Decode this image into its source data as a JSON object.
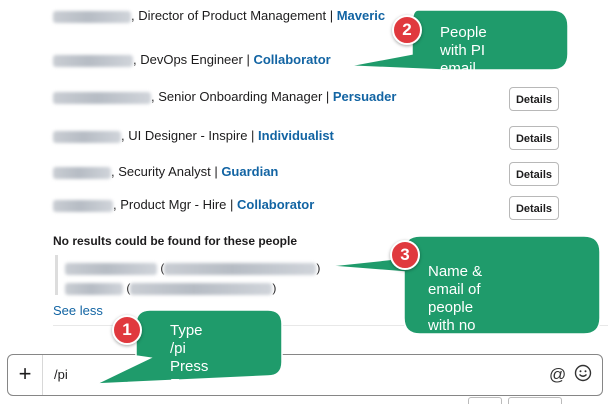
{
  "people_matched": [
    {
      "title": ", Director of Product Management | ",
      "persona": "Maveric",
      "details": ""
    },
    {
      "title": ", DevOps Engineer | ",
      "persona": "Collaborator",
      "details": ""
    },
    {
      "title": ", Senior Onboarding Manager | ",
      "persona": "Persuader",
      "details": "Details"
    },
    {
      "title": ", UI Designer - Inspire | ",
      "persona": "Individualist",
      "details": "Details"
    },
    {
      "title": ", Security Analyst | ",
      "persona": "Guardian",
      "details": "Details"
    },
    {
      "title": ", Product Mgr - Hire | ",
      "persona": "Collaborator",
      "details": "Details"
    }
  ],
  "no_results": {
    "title": "No results could be found for these people",
    "open_paren": "(",
    "close_paren": ")",
    "see_less": "See less"
  },
  "composer": {
    "plus": "+",
    "text": "/pi",
    "at": "@"
  },
  "callouts": {
    "one": {
      "badge": "1",
      "text": "Type /pi\nPress Enter"
    },
    "two": {
      "badge": "2",
      "text": "People with PI\nemail match"
    },
    "three": {
      "badge": "3",
      "text": "Name & email of\npeople with no\nmatching email"
    }
  },
  "colors": {
    "callout_fill": "#1f9b6b",
    "badge_fill": "#e0393e",
    "link_blue": "#1264a3"
  },
  "icons": {
    "at": "at-icon",
    "emoji": "emoji-icon",
    "plus": "plus-icon"
  }
}
